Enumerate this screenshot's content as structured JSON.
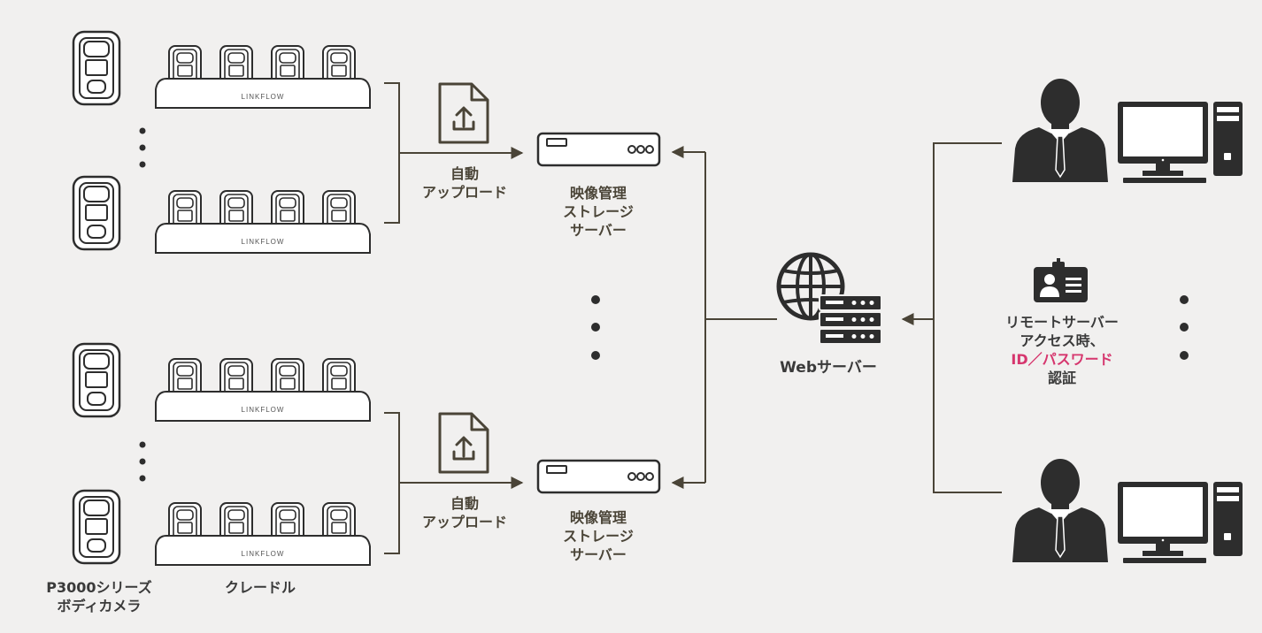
{
  "cradle_brand": "LINKFLOW",
  "labels": {
    "auto_upload": "自動\nアップロード",
    "storage_server": "映像管理\nストレージ\nサーバー",
    "web_server": "Webサーバー",
    "camera_caption": "P3000シリーズ\nボディカメラ",
    "cradle_caption": "クレードル"
  },
  "auth_note": {
    "line1": "リモートサーバー",
    "line2": "アクセス時、",
    "line3": "ID／パスワード",
    "line4": "認証"
  },
  "colors": {
    "background": "#f1f0ef",
    "line": "#4a4437",
    "text": "#4a4437",
    "people": "#2d2d2d",
    "accent": "#d6366e"
  },
  "icons": [
    "body-camera-icon",
    "cradle-icon",
    "upload-file-icon",
    "storage-server-icon",
    "web-server-icon",
    "id-card-icon",
    "businessman-icon",
    "desktop-pc-icon"
  ]
}
